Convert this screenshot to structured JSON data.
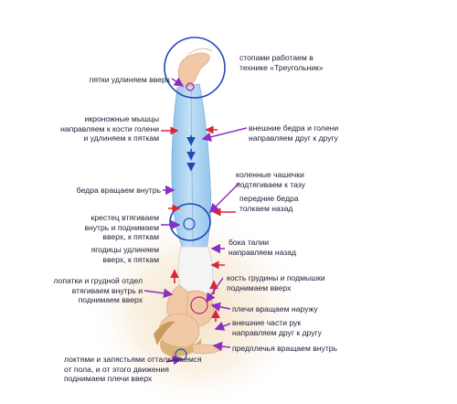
{
  "labels": {
    "feet_triangle": "стопами работаем в\nтехнике «Треугольник»",
    "heels_up": "пятки удлиняем вверх",
    "calves": "икроножные мышцы\nнаправляем к кости голени\nи удлиняем к пяткам",
    "outer_thighs_shins": "внешние бедра и голени\nнаправляем друг к другу",
    "thighs_rotate_in": "бедра вращаем внутрь",
    "kneecaps": "коленные чашечки\nподтягиваем к тазу",
    "front_thighs_back": "передние бедра\nтолкаем назад",
    "sacrum": "крестец втягиваем\nвнутрь и поднимаем\nвверх, к пяткам",
    "buttocks": "ягодицы удлиняем\nвверх, к пяткам",
    "waist_sides": "бока талии\nнаправляем назад",
    "sternum_armpits": "кость грудины и подмышки\nподнимаем вверх",
    "shoulder_blades": "лопатки и грудной отдел\nвтягиваем внутрь и\nподнимаем вверх",
    "shoulders_out": "плечи вращаем наружу",
    "outer_arms": "внешние части рук\nнаправляем друг к другу",
    "forearms_in": "предплечья вращаем внутрь",
    "elbows_wrists": "локтями и запястьями отталкиваемся\nот пола, и от этого движения\nподнимаем плечи вверх"
  },
  "colors": {
    "arrow_purple": "#8a2fc0",
    "arrow_red": "#d8253a",
    "circle_blue": "#2048b8",
    "leggings": "#a9d2f0",
    "skin": "#f2c9a6",
    "hair": "#d9b27a",
    "shirt": "#f4f4f4"
  }
}
